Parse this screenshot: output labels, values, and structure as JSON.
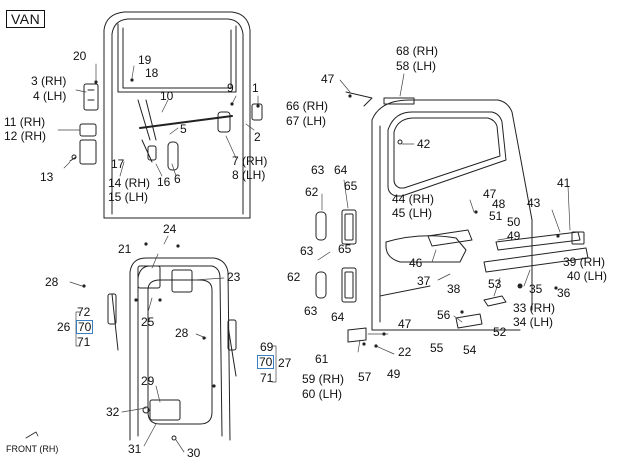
{
  "badge": "VAN",
  "front_label": "FRONT (RH)",
  "highlight_color": "#3a7fc1",
  "callouts": [
    {
      "id": "c20",
      "text": "20"
    },
    {
      "id": "c19",
      "text": "19"
    },
    {
      "id": "c18",
      "text": "18"
    },
    {
      "id": "c3",
      "text": "3 (RH)"
    },
    {
      "id": "c4",
      "text": "4 (LH)"
    },
    {
      "id": "c10",
      "text": "10"
    },
    {
      "id": "c9",
      "text": "9"
    },
    {
      "id": "c1",
      "text": "1"
    },
    {
      "id": "c5",
      "text": "5"
    },
    {
      "id": "c2",
      "text": "2"
    },
    {
      "id": "c11",
      "text": "11 (RH)"
    },
    {
      "id": "c12",
      "text": "12 (RH)"
    },
    {
      "id": "c17",
      "text": "17"
    },
    {
      "id": "c16",
      "text": "16"
    },
    {
      "id": "c6",
      "text": "6"
    },
    {
      "id": "c7",
      "text": "7 (RH)"
    },
    {
      "id": "c8",
      "text": "8 (LH)"
    },
    {
      "id": "c13",
      "text": "13"
    },
    {
      "id": "c14",
      "text": "14 (RH)"
    },
    {
      "id": "c15",
      "text": "15 (LH)"
    },
    {
      "id": "c68",
      "text": "68 (RH)"
    },
    {
      "id": "c58",
      "text": "58 (LH)"
    },
    {
      "id": "c47a",
      "text": "47"
    },
    {
      "id": "c66",
      "text": "66 (RH)"
    },
    {
      "id": "c67",
      "text": "67 (LH)"
    },
    {
      "id": "c42",
      "text": "42"
    },
    {
      "id": "c63a",
      "text": "63"
    },
    {
      "id": "c64a",
      "text": "64"
    },
    {
      "id": "c62a",
      "text": "62"
    },
    {
      "id": "c65a",
      "text": "65"
    },
    {
      "id": "c44",
      "text": "44 (RH)"
    },
    {
      "id": "c45",
      "text": "45 (LH)"
    },
    {
      "id": "c47b",
      "text": "47"
    },
    {
      "id": "c48",
      "text": "48"
    },
    {
      "id": "c51",
      "text": "51"
    },
    {
      "id": "c41",
      "text": "41"
    },
    {
      "id": "c43",
      "text": "43"
    },
    {
      "id": "c50",
      "text": "50"
    },
    {
      "id": "c49a",
      "text": "49"
    },
    {
      "id": "c63b",
      "text": "63"
    },
    {
      "id": "c65b",
      "text": "65"
    },
    {
      "id": "c62b",
      "text": "62"
    },
    {
      "id": "c46",
      "text": "46"
    },
    {
      "id": "c37",
      "text": "37"
    },
    {
      "id": "c38",
      "text": "38"
    },
    {
      "id": "c53",
      "text": "53"
    },
    {
      "id": "c39",
      "text": "39 (RH)"
    },
    {
      "id": "c40",
      "text": "40 (LH)"
    },
    {
      "id": "c35",
      "text": "35"
    },
    {
      "id": "c36",
      "text": "36"
    },
    {
      "id": "c63c",
      "text": "63"
    },
    {
      "id": "c64b",
      "text": "64"
    },
    {
      "id": "c33",
      "text": "33 (RH)"
    },
    {
      "id": "c34",
      "text": "34 (LH)"
    },
    {
      "id": "c56",
      "text": "56"
    },
    {
      "id": "c47c",
      "text": "47"
    },
    {
      "id": "c52",
      "text": "52"
    },
    {
      "id": "c55",
      "text": "55"
    },
    {
      "id": "c54",
      "text": "54"
    },
    {
      "id": "c22",
      "text": "22"
    },
    {
      "id": "c61",
      "text": "61"
    },
    {
      "id": "c59",
      "text": "59 (RH)"
    },
    {
      "id": "c60",
      "text": "60 (LH)"
    },
    {
      "id": "c57",
      "text": "57"
    },
    {
      "id": "c49b",
      "text": "49"
    },
    {
      "id": "c24",
      "text": "24"
    },
    {
      "id": "c21",
      "text": "21"
    },
    {
      "id": "c23",
      "text": "23"
    },
    {
      "id": "c28a",
      "text": "28"
    },
    {
      "id": "c72",
      "text": "72"
    },
    {
      "id": "c26",
      "text": "26"
    },
    {
      "id": "c70a",
      "text": "70"
    },
    {
      "id": "c71a",
      "text": "71"
    },
    {
      "id": "c25",
      "text": "25"
    },
    {
      "id": "c28b",
      "text": "28"
    },
    {
      "id": "c69",
      "text": "69"
    },
    {
      "id": "c70b",
      "text": "70"
    },
    {
      "id": "c27",
      "text": "27"
    },
    {
      "id": "c71b",
      "text": "71"
    },
    {
      "id": "c29",
      "text": "29"
    },
    {
      "id": "c32",
      "text": "32"
    },
    {
      "id": "c31",
      "text": "31"
    },
    {
      "id": "c30",
      "text": "30"
    }
  ]
}
